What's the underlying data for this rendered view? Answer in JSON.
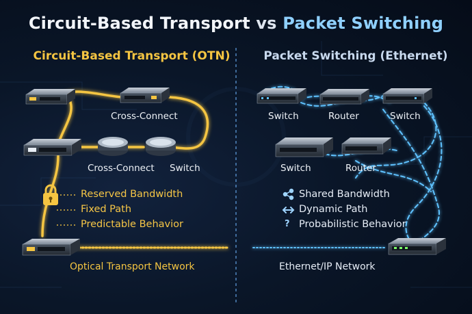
{
  "title": {
    "part1": "Circuit-Based Transport",
    "vs": "vs",
    "part2": "Packet Switching"
  },
  "left": {
    "heading": "Circuit-Based Transport (OTN)",
    "labels": {
      "cross_connect_top": "Cross-Connect",
      "cross_connect_mid": "Cross-Connect",
      "switch_mid": "Switch"
    },
    "features": [
      "Reserved Bandwidth",
      "Fixed Path",
      "Predictable Behavior"
    ],
    "bottom_label": "Optical Transport Network",
    "icons": {
      "lock": "lock-icon"
    }
  },
  "right": {
    "heading": "Packet Switching (Ethernet)",
    "labels": {
      "switch_top_left": "Switch",
      "router_top": "Router",
      "switch_top_right": "Switch",
      "switch_mid": "Switch",
      "router_mid": "Router"
    },
    "features": [
      "Shared Bandwidth",
      "Dynamic Path",
      "Probabilistic Behavior"
    ],
    "feature_icons": [
      "share-icon",
      "bidirectional-arrows-icon",
      "question-icon"
    ],
    "bottom_label": "Ethernet/IP Network"
  },
  "colors": {
    "accent_gold": "#f5c542",
    "accent_blue": "#5fc2ff",
    "background": "#07111f"
  }
}
